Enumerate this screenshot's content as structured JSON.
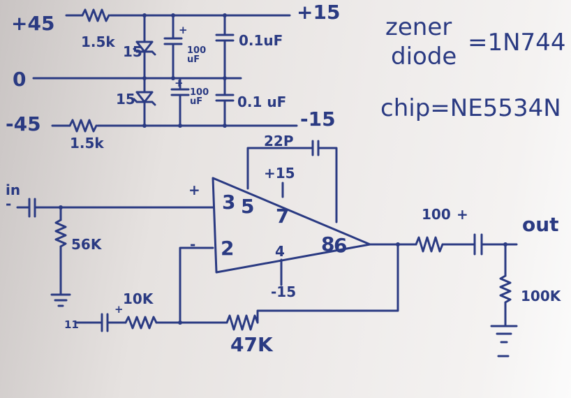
{
  "power_supply": {
    "pos_in": "+45",
    "pos_out": "+15",
    "ground": "0",
    "neg_in": "-45",
    "neg_out": "-15",
    "r_top": "1.5k",
    "r_bottom": "1.5k",
    "zener_top": "15",
    "zener_bottom": "15",
    "cap_100_top": "100\nuF",
    "cap_100_bottom": "100\nuF",
    "cap_01_top": "0.1uF",
    "cap_01_bottom": "0.1 uF",
    "plus_mark_top": "+",
    "plus_mark_bottom": "+"
  },
  "notes": {
    "zener_word": "zener",
    "diode_word": "diode",
    "zener_value": "=1N744",
    "chip": "chip=NE5534N"
  },
  "amplifier": {
    "feedback_cap": "22P",
    "plus15": "+15",
    "pin3": "3",
    "pin5": "5",
    "pin7": "7",
    "pin8": "8",
    "pin6": "6",
    "pin2": "2",
    "pin4": "4",
    "minus15": "-15",
    "in_label": "in",
    "in_plus": "+",
    "in_minus": "-",
    "r_in": "56K",
    "r_series": "10K",
    "r_feedback": "47K",
    "r_out": "100",
    "out_cap_plus": "+",
    "out_label": "out",
    "r_load": "100K",
    "cap_plus": "+",
    "left_cap_mark": "11"
  }
}
